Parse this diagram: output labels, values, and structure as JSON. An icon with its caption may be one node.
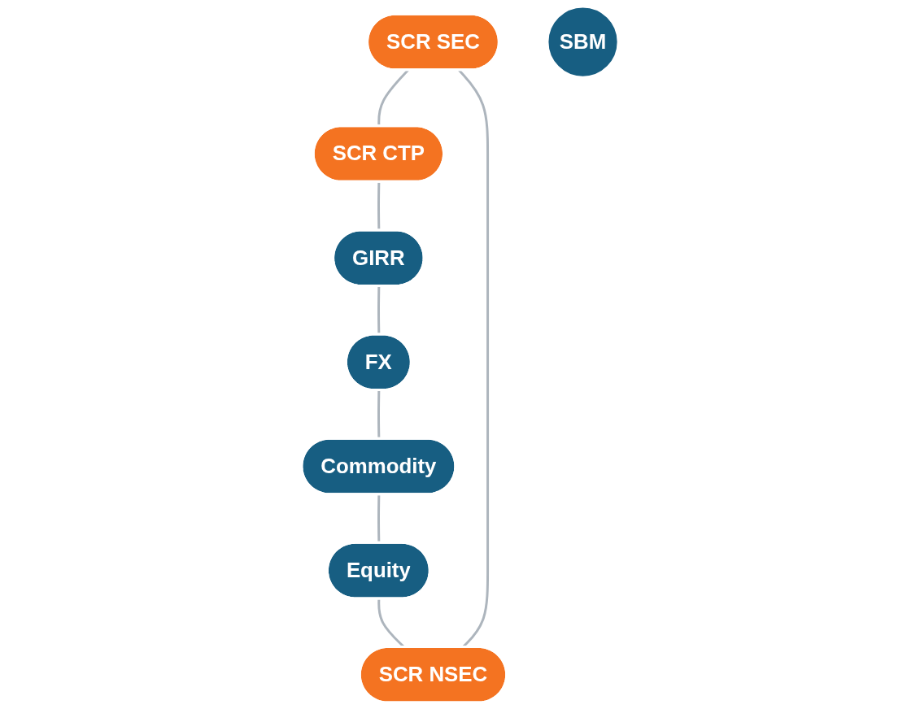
{
  "diagram": {
    "nodes": [
      {
        "text": [
          "SCR SEC"
        ]
      },
      {
        "text": [
          "SCR NSEC"
        ]
      },
      {
        "text": [
          "SCR CTP"
        ]
      },
      {
        "text": [
          "SBM"
        ]
      },
      {
        "text": [
          "Equity"
        ]
      },
      {
        "text": [
          "GIRR"
        ]
      },
      {
        "text": [
          "Commodity"
        ]
      },
      {
        "text": [
          "FX"
        ]
      }
    ],
    "edges": [
      {
        "from": 0,
        "to": 2,
        "arrow": "none"
      },
      {
        "from": 2,
        "to": 5,
        "arrow": "none"
      },
      {
        "from": 5,
        "to": 7,
        "arrow": "none"
      },
      {
        "from": 7,
        "to": 6,
        "arrow": "none"
      },
      {
        "from": 6,
        "to": 4,
        "arrow": "none"
      },
      {
        "from": 4,
        "to": 1,
        "arrow": "none"
      },
      {
        "from": 1,
        "to": 0,
        "arrow": "none"
      }
    ]
  }
}
